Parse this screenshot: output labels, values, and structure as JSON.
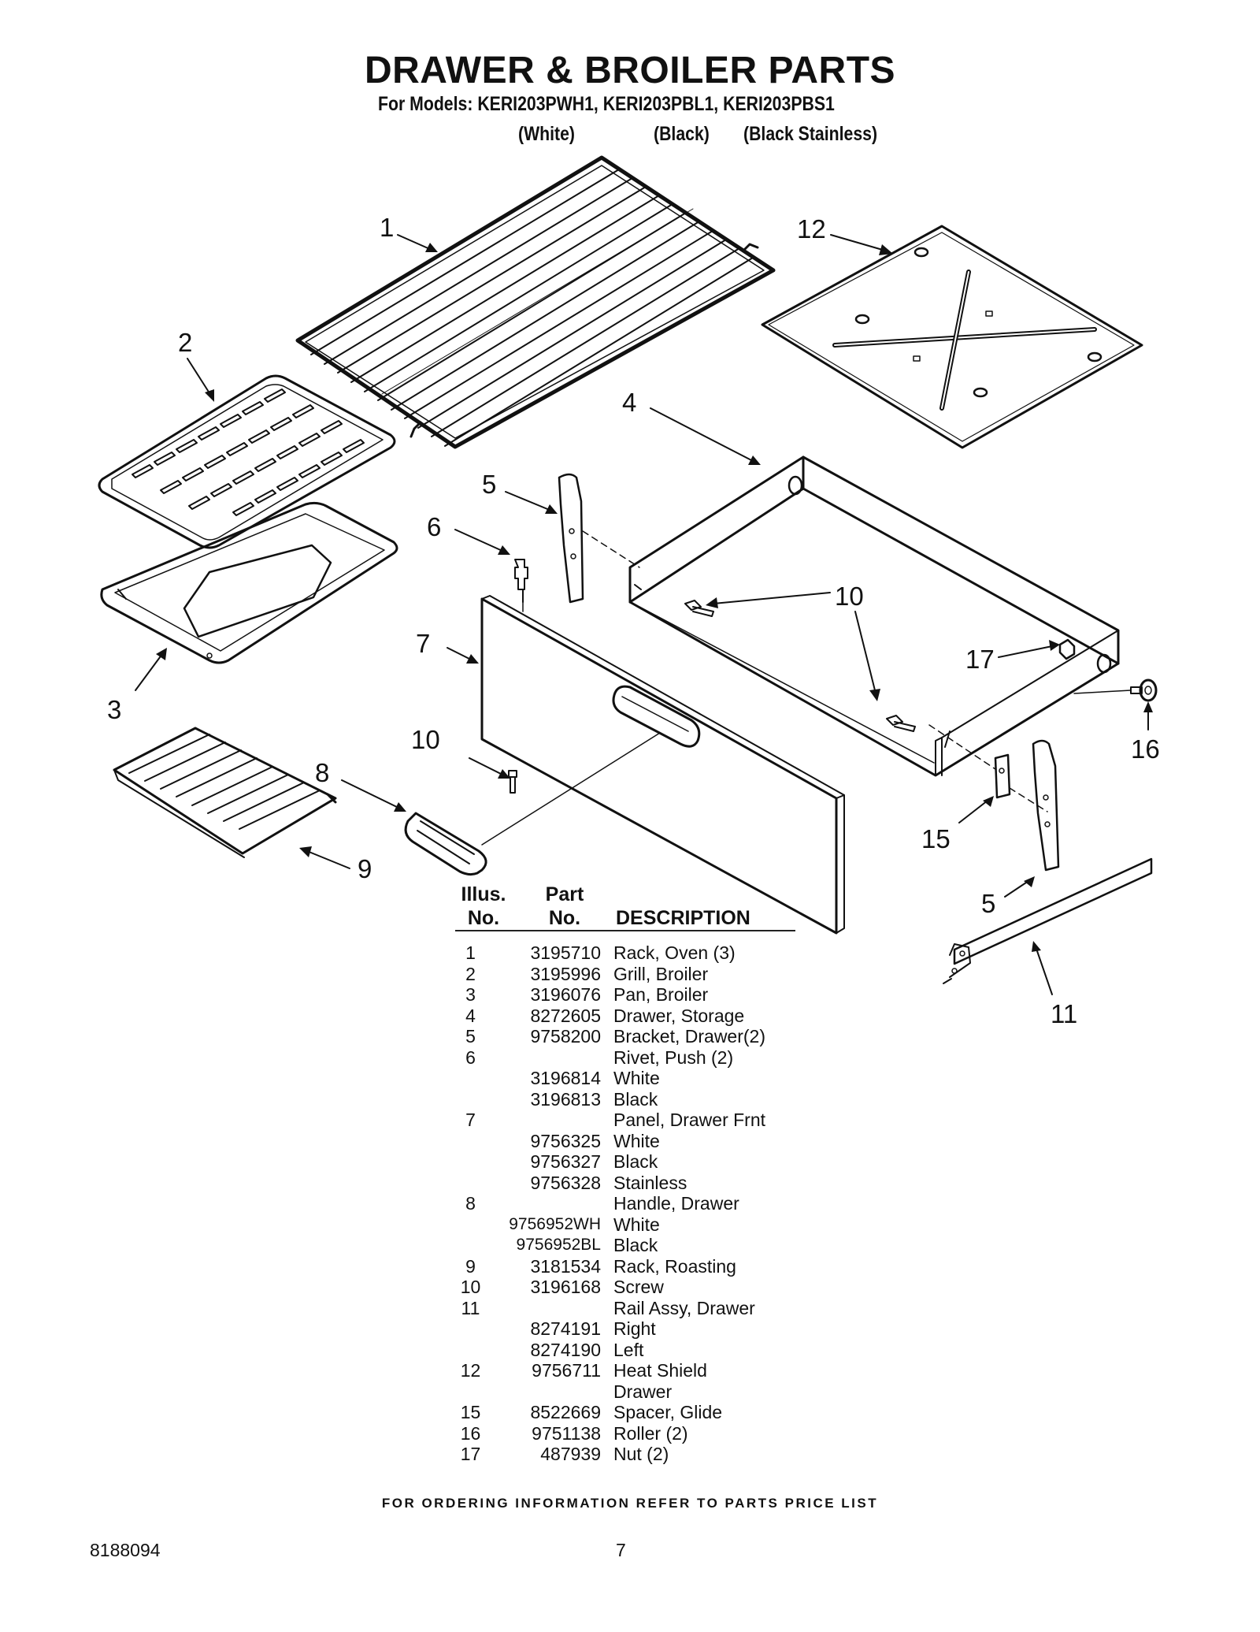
{
  "header": {
    "title": "DRAWER & BROILER PARTS",
    "models_line": "For Models: KERI203PWH1, KERI203PBL1, KERI203PBS1",
    "variants": [
      "(White)",
      "(Black)",
      "(Black Stainless)"
    ]
  },
  "diagram": {
    "callouts": [
      "1",
      "12",
      "2",
      "4",
      "5",
      "6",
      "10",
      "7",
      "17",
      "3",
      "10",
      "16",
      "8",
      "15",
      "9",
      "5",
      "11"
    ]
  },
  "table": {
    "headers": {
      "illus": [
        "Illus.",
        "No."
      ],
      "part": [
        "Part",
        "No."
      ],
      "description": "DESCRIPTION"
    },
    "rows": [
      {
        "illus": "1",
        "part": "3195710",
        "desc": "Rack, Oven (3)"
      },
      {
        "illus": "2",
        "part": "3195996",
        "desc": "Grill, Broiler"
      },
      {
        "illus": "3",
        "part": "3196076",
        "desc": "Pan, Broiler"
      },
      {
        "illus": "4",
        "part": "8272605",
        "desc": "Drawer, Storage"
      },
      {
        "illus": "5",
        "part": "9758200",
        "desc": "Bracket, Drawer(2)"
      },
      {
        "illus": "6",
        "part": "",
        "desc": "Rivet, Push (2)"
      },
      {
        "illus": "",
        "part": "3196814",
        "desc": "White"
      },
      {
        "illus": "",
        "part": "3196813",
        "desc": "Black"
      },
      {
        "illus": "7",
        "part": "",
        "desc": "Panel, Drawer Frnt"
      },
      {
        "illus": "",
        "part": "9756325",
        "desc": "White"
      },
      {
        "illus": "",
        "part": "9756327",
        "desc": "Black"
      },
      {
        "illus": "",
        "part": "9756328",
        "desc": "Stainless"
      },
      {
        "illus": "8",
        "part": "",
        "desc": "Handle, Drawer"
      },
      {
        "illus": "",
        "part": "9756952WH",
        "desc": "White"
      },
      {
        "illus": "",
        "part": "9756952BL",
        "desc": "Black"
      },
      {
        "illus": "9",
        "part": "3181534",
        "desc": "Rack, Roasting"
      },
      {
        "illus": "10",
        "part": "3196168",
        "desc": "Screw"
      },
      {
        "illus": "11",
        "part": "",
        "desc": "Rail Assy, Drawer"
      },
      {
        "illus": "",
        "part": "8274191",
        "desc": "Right"
      },
      {
        "illus": "",
        "part": "8274190",
        "desc": "Left"
      },
      {
        "illus": "12",
        "part": "9756711",
        "desc": "Heat Shield"
      },
      {
        "illus": "",
        "part": "",
        "desc": "Drawer"
      },
      {
        "illus": "15",
        "part": "8522669",
        "desc": "Spacer, Glide"
      },
      {
        "illus": "16",
        "part": "9751138",
        "desc": "Roller (2)"
      },
      {
        "illus": "17",
        "part": "487939",
        "desc": "Nut (2)"
      }
    ]
  },
  "footer": {
    "ordering_note": "FOR ORDERING INFORMATION REFER TO PARTS PRICE LIST",
    "doc_number": "8188094",
    "page_number": "7"
  }
}
